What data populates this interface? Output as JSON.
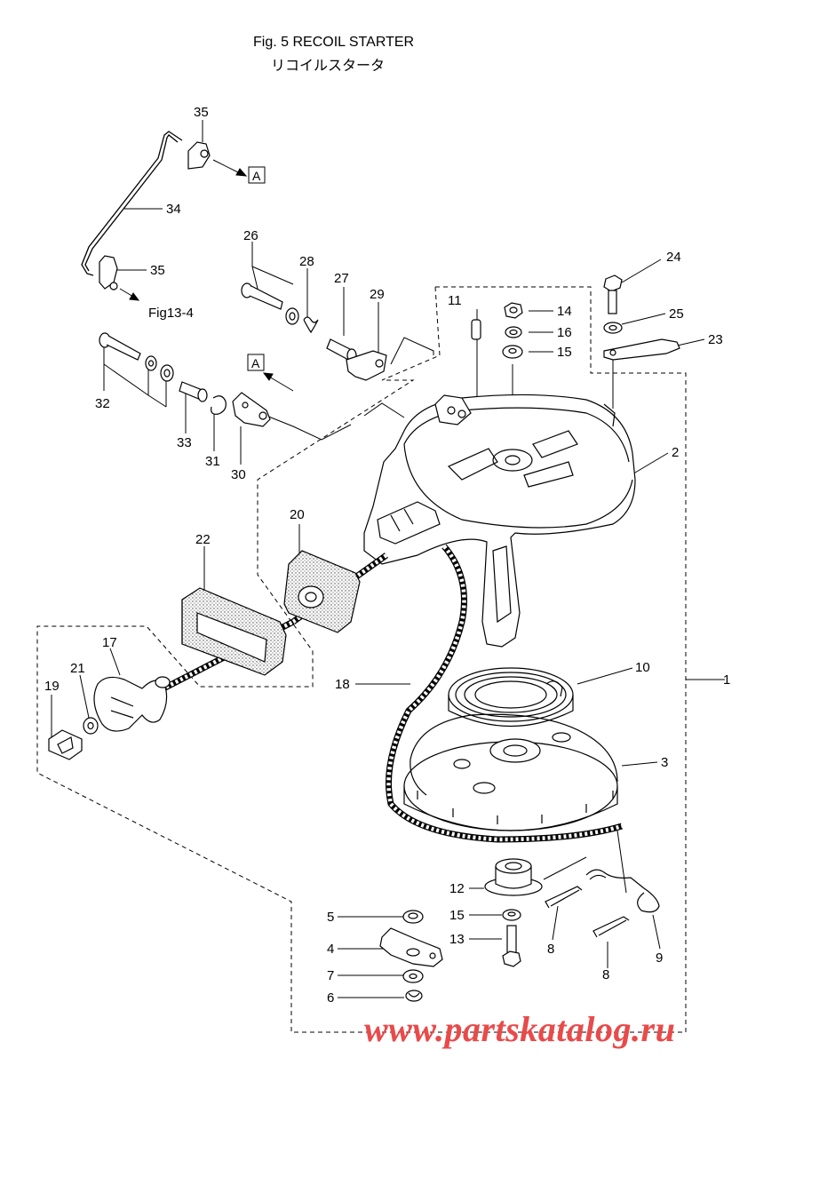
{
  "title": {
    "line1": "Fig. 5  RECOIL STARTER",
    "line2": "リコイルスタータ"
  },
  "references": {
    "fig_ref": "Fig13-4",
    "box_a": "A"
  },
  "part_labels": [
    "1",
    "2",
    "3",
    "4",
    "5",
    "6",
    "7",
    "8",
    "9",
    "10",
    "11",
    "12",
    "13",
    "14",
    "15",
    "16",
    "17",
    "18",
    "19",
    "20",
    "21",
    "22",
    "23",
    "24",
    "25",
    "26",
    "27",
    "28",
    "29",
    "30",
    "31",
    "32",
    "33",
    "34",
    "35"
  ],
  "watermark": "www.partskatalog.ru",
  "colors": {
    "line": "#000000",
    "watermark": "#e94a4a"
  }
}
